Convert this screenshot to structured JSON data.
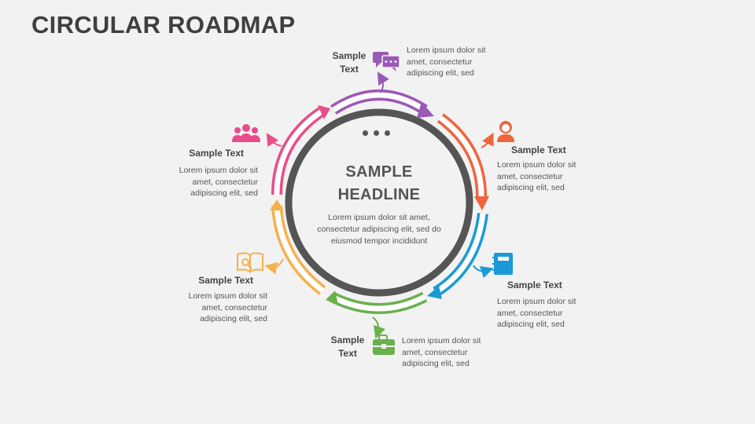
{
  "title": "CIRCULAR ROADMAP",
  "center": {
    "headline_line1": "SAMPLE",
    "headline_line2": "HEADLINE",
    "body": "Lorem ipsum dolor sit amet, consectetur adipiscing elit, sed do eiusmod tempor incididunt"
  },
  "colors": {
    "purple": "#9b59b6",
    "orange": "#f0643c",
    "blue": "#1a9bd7",
    "green": "#6ab04c",
    "yellow": "#f5b04f",
    "pink": "#e84d8a",
    "ring": "#555555"
  },
  "stages": [
    {
      "id": "top",
      "label_line1": "Sample",
      "label_line2": "Text",
      "body": "Lorem ipsum dolor sit amet, consectetur adipiscing elit, sed",
      "color": "purple",
      "icon": "chat-icon"
    },
    {
      "id": "upper-right",
      "label": "Sample Text",
      "body": "Lorem ipsum dolor sit amet, consectetur adipiscing elit, sed",
      "color": "orange",
      "icon": "person-icon"
    },
    {
      "id": "lower-right",
      "label": "Sample Text",
      "body": "Lorem ipsum dolor sit amet, consectetur adipiscing elit, sed",
      "color": "blue",
      "icon": "notebook-icon"
    },
    {
      "id": "bottom",
      "label_line1": "Sample",
      "label_line2": "Text",
      "body": "Lorem ipsum dolor sit amet, consectetur adipiscing elit, sed",
      "color": "green",
      "icon": "briefcase-icon"
    },
    {
      "id": "lower-left",
      "label": "Sample Text",
      "body": "Lorem ipsum dolor sit amet, consectetur adipiscing elit, sed",
      "color": "yellow",
      "icon": "book-icon"
    },
    {
      "id": "upper-left",
      "label": "Sample Text",
      "body": "Lorem ipsum dolor sit amet, consectetur adipiscing elit, sed",
      "color": "pink",
      "icon": "team-icon"
    }
  ]
}
